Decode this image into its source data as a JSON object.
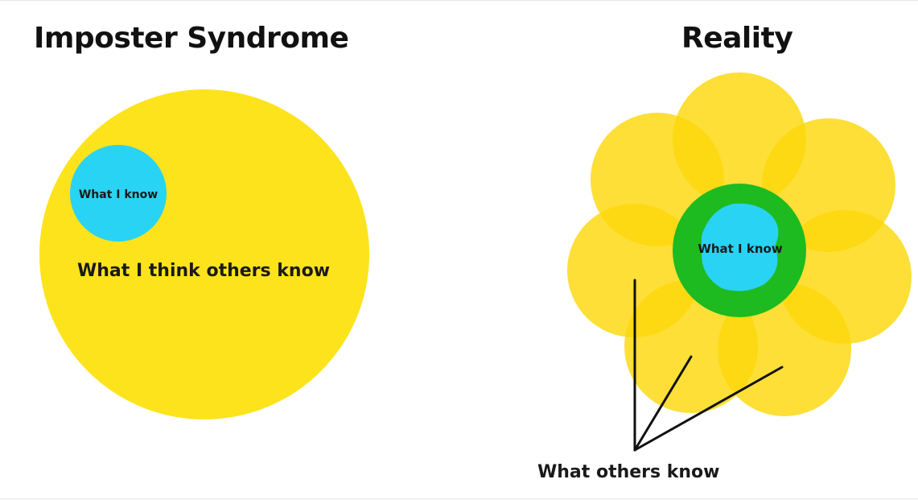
{
  "left_panel": {
    "title": "Imposter Syndrome",
    "inner_label": "What I know",
    "outer_label": "What I think others know"
  },
  "right_panel": {
    "title": "Reality",
    "center_label": "What I know",
    "pointer_label": "What others know"
  },
  "colors": {
    "yellow": "#FDE31C",
    "petal_yellow": "#FCD80B",
    "cyan": "#29D3F4",
    "green": "#1DBB1F",
    "text": "#111111",
    "line": "#111111"
  }
}
